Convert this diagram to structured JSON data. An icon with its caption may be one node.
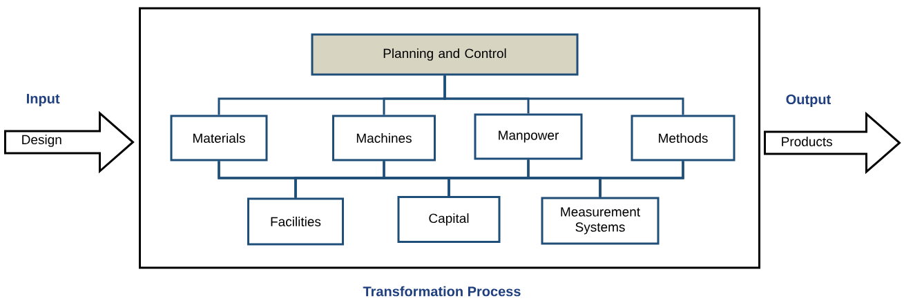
{
  "diagram": {
    "nodes": [
      {
        "text": [
          "Transformation Process"
        ]
      },
      {
        "text": [
          "Input",
          "Design"
        ]
      },
      {
        "text": [
          "Planning and Control"
        ],
        "in": 0
      },
      {
        "text": [
          "Materials"
        ],
        "in": 0
      },
      {
        "text": [
          "Machines"
        ],
        "in": 0
      },
      {
        "text": [
          "Manpower"
        ],
        "in": 0
      },
      {
        "text": [
          "Methods"
        ],
        "in": 0
      },
      {
        "text": [
          "Facilities"
        ],
        "in": 0
      },
      {
        "text": [
          "Capital"
        ],
        "in": 0
      },
      {
        "text": [
          "Measurement Systems"
        ],
        "in": 0
      },
      {
        "text": [
          "Output",
          "Products"
        ]
      }
    ],
    "edges": [
      {
        "from": 2,
        "to": 3,
        "arrow": "none"
      },
      {
        "from": 2,
        "to": 4,
        "arrow": "none"
      },
      {
        "from": 2,
        "to": 5,
        "arrow": "none"
      },
      {
        "from": 2,
        "to": 6,
        "arrow": "none"
      },
      {
        "from": 3,
        "to": 7,
        "arrow": "none"
      },
      {
        "from": 3,
        "to": 8,
        "arrow": "none"
      },
      {
        "from": 3,
        "to": 9,
        "arrow": "none"
      },
      {
        "from": 4,
        "to": 7,
        "arrow": "none"
      },
      {
        "from": 4,
        "to": 8,
        "arrow": "none"
      },
      {
        "from": 4,
        "to": 9,
        "arrow": "none"
      },
      {
        "from": 5,
        "to": 7,
        "arrow": "none"
      },
      {
        "from": 5,
        "to": 8,
        "arrow": "none"
      },
      {
        "from": 5,
        "to": 9,
        "arrow": "none"
      },
      {
        "from": 6,
        "to": 7,
        "arrow": "none"
      },
      {
        "from": 6,
        "to": 8,
        "arrow": "none"
      },
      {
        "from": 6,
        "to": 9,
        "arrow": "none"
      }
    ]
  }
}
